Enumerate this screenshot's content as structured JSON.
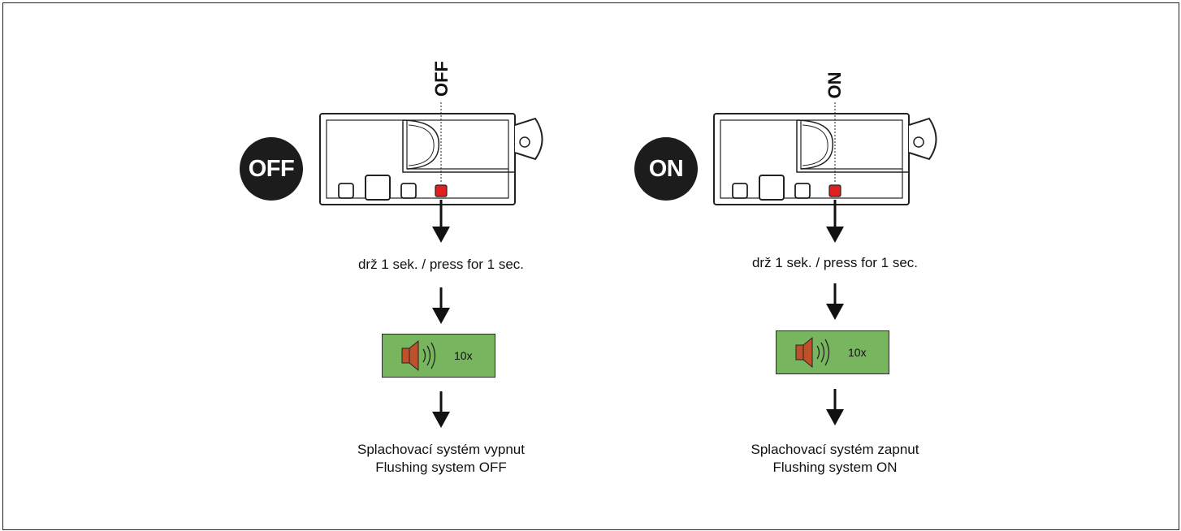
{
  "panels": [
    {
      "badge": "OFF",
      "vertical_label": "OFF",
      "instruction": "drž 1 sek. / press for 1 sec.",
      "beep_count": "10x",
      "result_cz": "Splachovací systém vypnut",
      "result_en": "Flushing system OFF"
    },
    {
      "badge": "ON",
      "vertical_label": "ON",
      "instruction": "drž 1 sek. / press for 1 sec.",
      "beep_count": "10x",
      "result_cz": "Splachovací systém zapnut",
      "result_en": "Flushing system ON"
    }
  ],
  "colors": {
    "badge": "#1c1c1c",
    "led": "#e02020",
    "beep_box": "#77b55e",
    "speaker": "#c0502a"
  }
}
